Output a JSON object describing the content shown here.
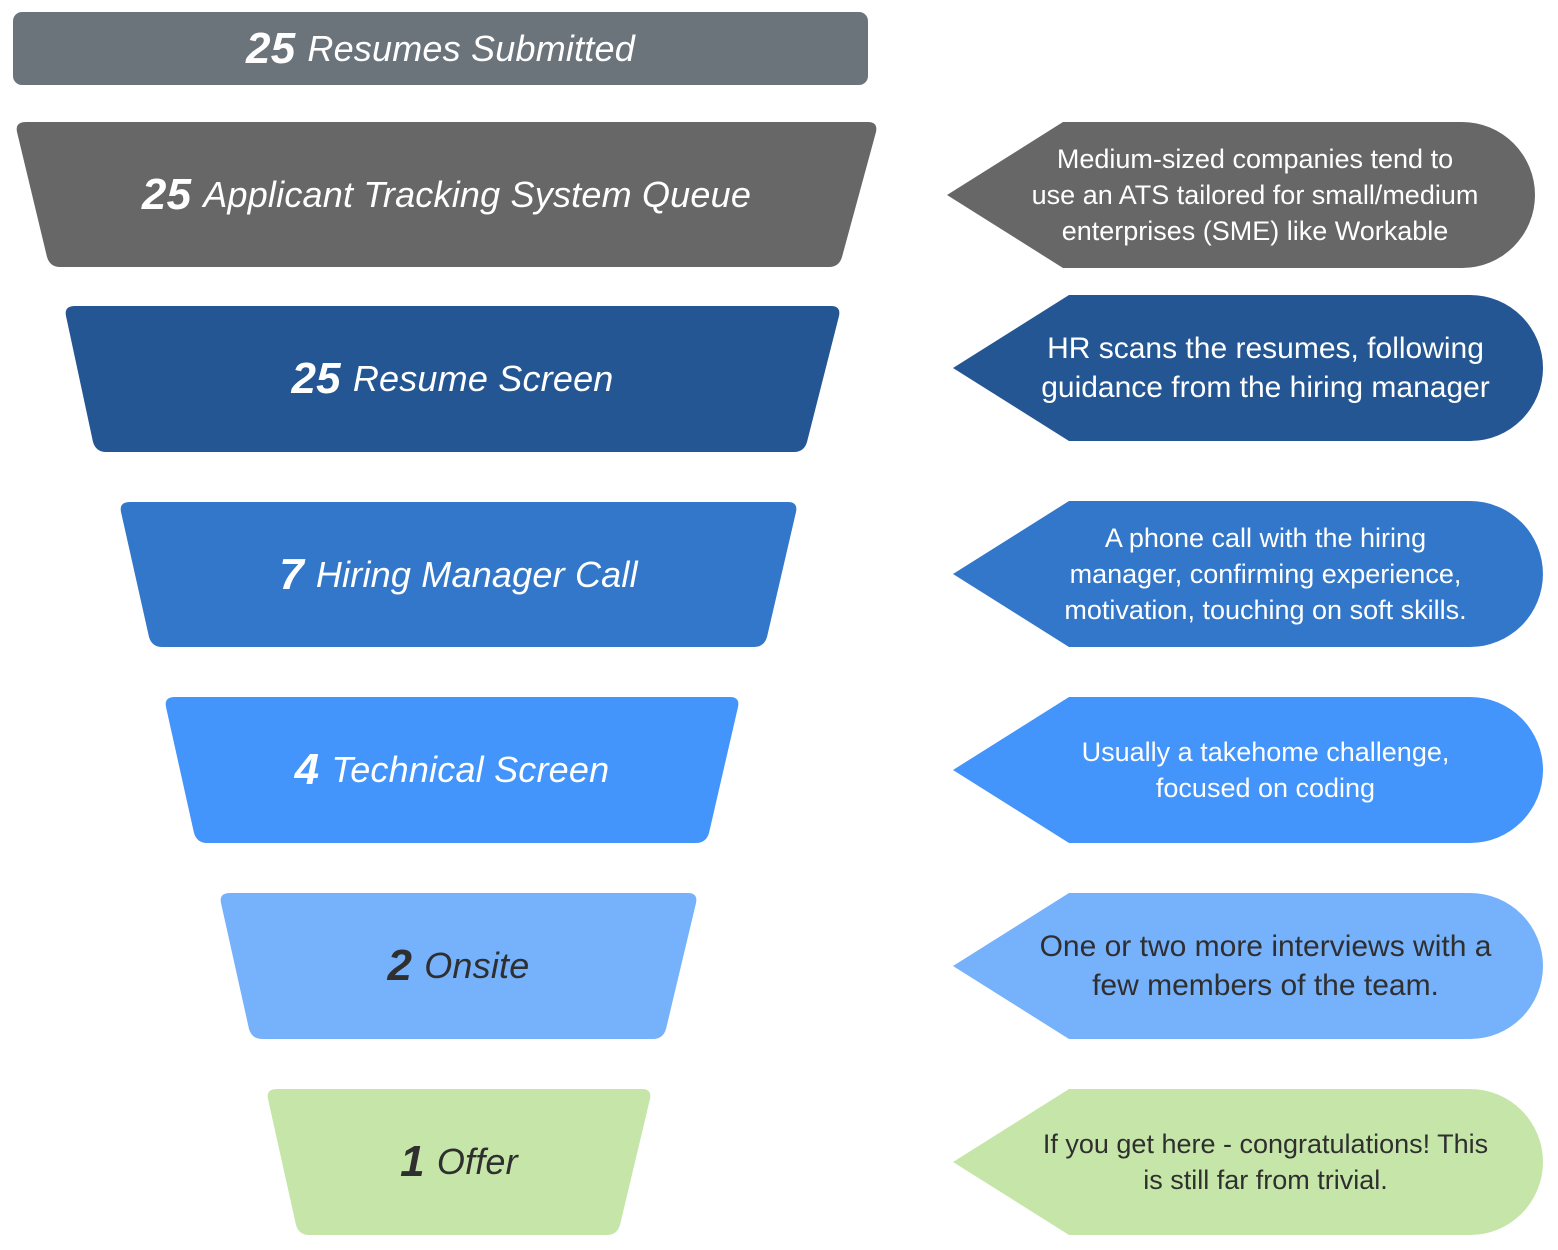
{
  "colors": {
    "stage_0": "#6c747b",
    "stage_1": "#676767",
    "stage_2": "#235692",
    "stage_3": "#3277c9",
    "stage_4": "#4394fb",
    "stage_5": "#76b1fb",
    "stage_6": "#c6e6a9",
    "text_light": "#ffffff",
    "text_dark": "#2f2f2f"
  },
  "stages": [
    {
      "count": "25",
      "label": "Resumes Submitted"
    },
    {
      "count": "25",
      "label": "Applicant Tracking System Queue",
      "note_lines": [
        "Medium-sized companies tend to",
        "use an ATS tailored for small/medium",
        "enterprises (SME) like Workable"
      ]
    },
    {
      "count": "25",
      "label": "Resume Screen",
      "note_lines": [
        "HR scans the resumes, following",
        "guidance from the hiring manager"
      ]
    },
    {
      "count": "7",
      "label": "Hiring Manager Call",
      "note_lines": [
        "A phone call with the hiring",
        "manager, confirming experience,",
        "motivation, touching on soft skills."
      ]
    },
    {
      "count": "4",
      "label": "Technical Screen",
      "note_lines": [
        "Usually a takehome challenge,",
        "focused on coding"
      ]
    },
    {
      "count": "2",
      "label": "Onsite",
      "note_lines": [
        "One or two more interviews with a",
        "few members of the team."
      ]
    },
    {
      "count": "1",
      "label": "Offer",
      "note_lines": [
        "If you get here - congratulations! This",
        "is still far from trivial."
      ]
    }
  ]
}
